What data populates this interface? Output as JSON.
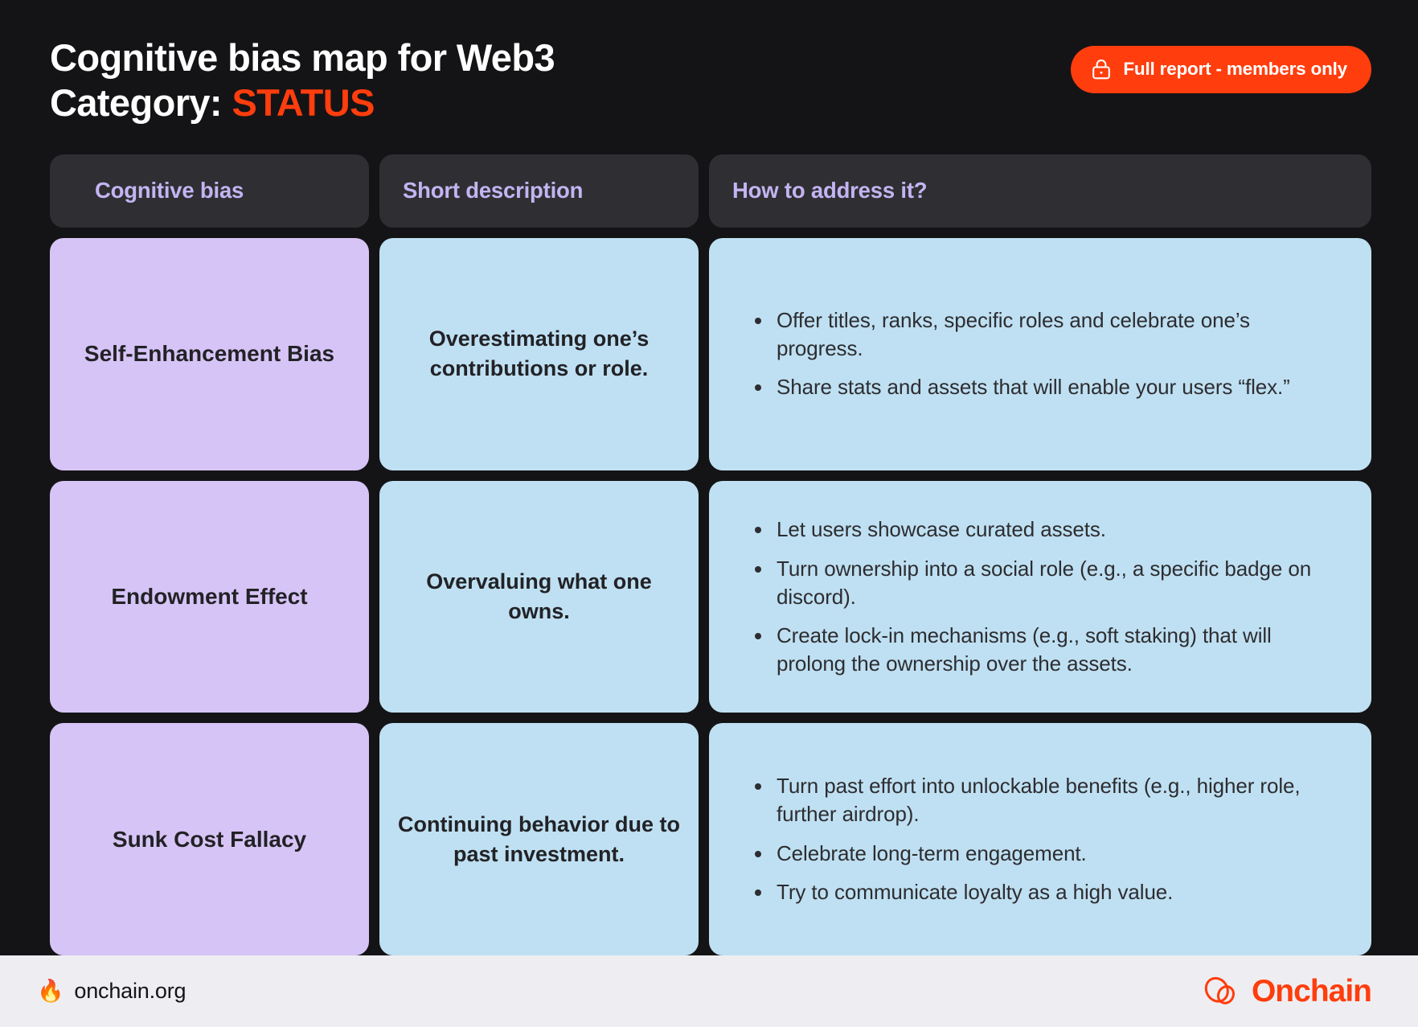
{
  "header": {
    "title_line1": "Cognitive bias map for Web3",
    "title_line2_prefix": "Category: ",
    "title_category": "STATUS",
    "badge_label": "Full report - members only",
    "badge_icon": "lock-icon",
    "badge_color": "#ff3d0d"
  },
  "table": {
    "columns": [
      "Cognitive bias",
      "Short description",
      "How to address it?"
    ],
    "rows": [
      {
        "bias": "Self-Enhancement Bias",
        "description": "Overestimating one’s contributions or role.",
        "actions": [
          "Offer titles, ranks, specific roles and celebrate one’s progress.",
          "Share stats and assets that will enable your users “flex.”"
        ]
      },
      {
        "bias": "Endowment Effect",
        "description": "Overvaluing what one owns.",
        "actions": [
          "Let users showcase curated assets.",
          "Turn ownership into a social role (e.g., a specific badge on discord).",
          "Create lock-in mechanisms (e.g., soft staking) that will prolong the ownership over the assets."
        ]
      },
      {
        "bias": "Sunk Cost Fallacy",
        "description": "Continuing behavior due to past investment.",
        "actions": [
          "Turn past effort into unlockable benefits (e.g., higher role, further airdrop).",
          "Celebrate long-term engagement.",
          "Try to communicate loyalty as a high value."
        ]
      }
    ]
  },
  "footer": {
    "site": "onchain.org",
    "site_icon": "fire-emoji",
    "brand_name": "Onchain",
    "brand_icon": "onchain-loops-logo"
  },
  "colors": {
    "background": "#141416",
    "accent": "#ff3d0d",
    "header_cell": "#2f2f33",
    "header_text": "#c4b4f2",
    "bias_cell": "#d7c4f6",
    "info_cell": "#bfe0f2",
    "footer_bg": "#eeeef2"
  }
}
